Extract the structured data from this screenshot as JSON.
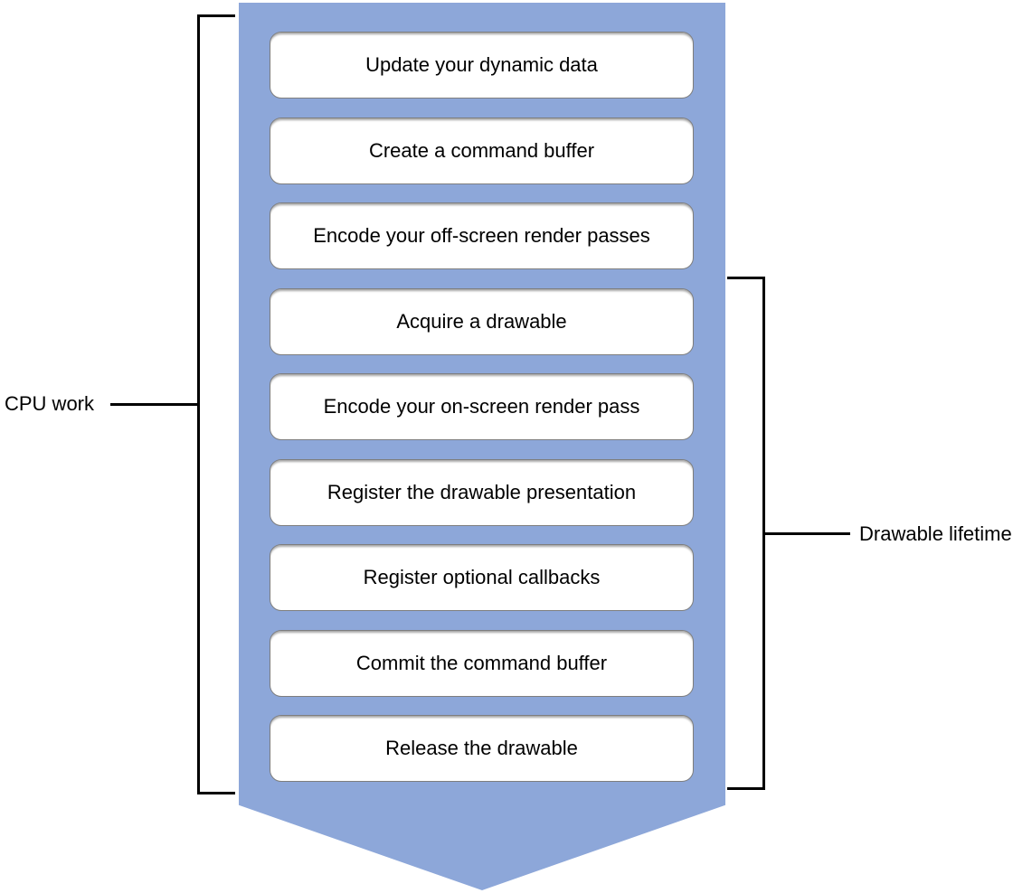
{
  "diagram": {
    "steps": [
      "Update your dynamic data",
      "Create a command buffer",
      "Encode your off-screen render passes",
      "Acquire a drawable",
      "Encode your on-screen render pass",
      "Register the drawable presentation",
      "Register optional callbacks",
      "Commit the command buffer",
      "Release the drawable"
    ],
    "annotations": {
      "left_label": "CPU work",
      "right_label": "Drawable lifetime"
    },
    "colors": {
      "arrow_fill": "#8DA7D9",
      "box_fill": "#FFFFFF",
      "box_border": "#7E7E7E",
      "bracket_line": "#000000",
      "text_color": "#000000"
    }
  }
}
